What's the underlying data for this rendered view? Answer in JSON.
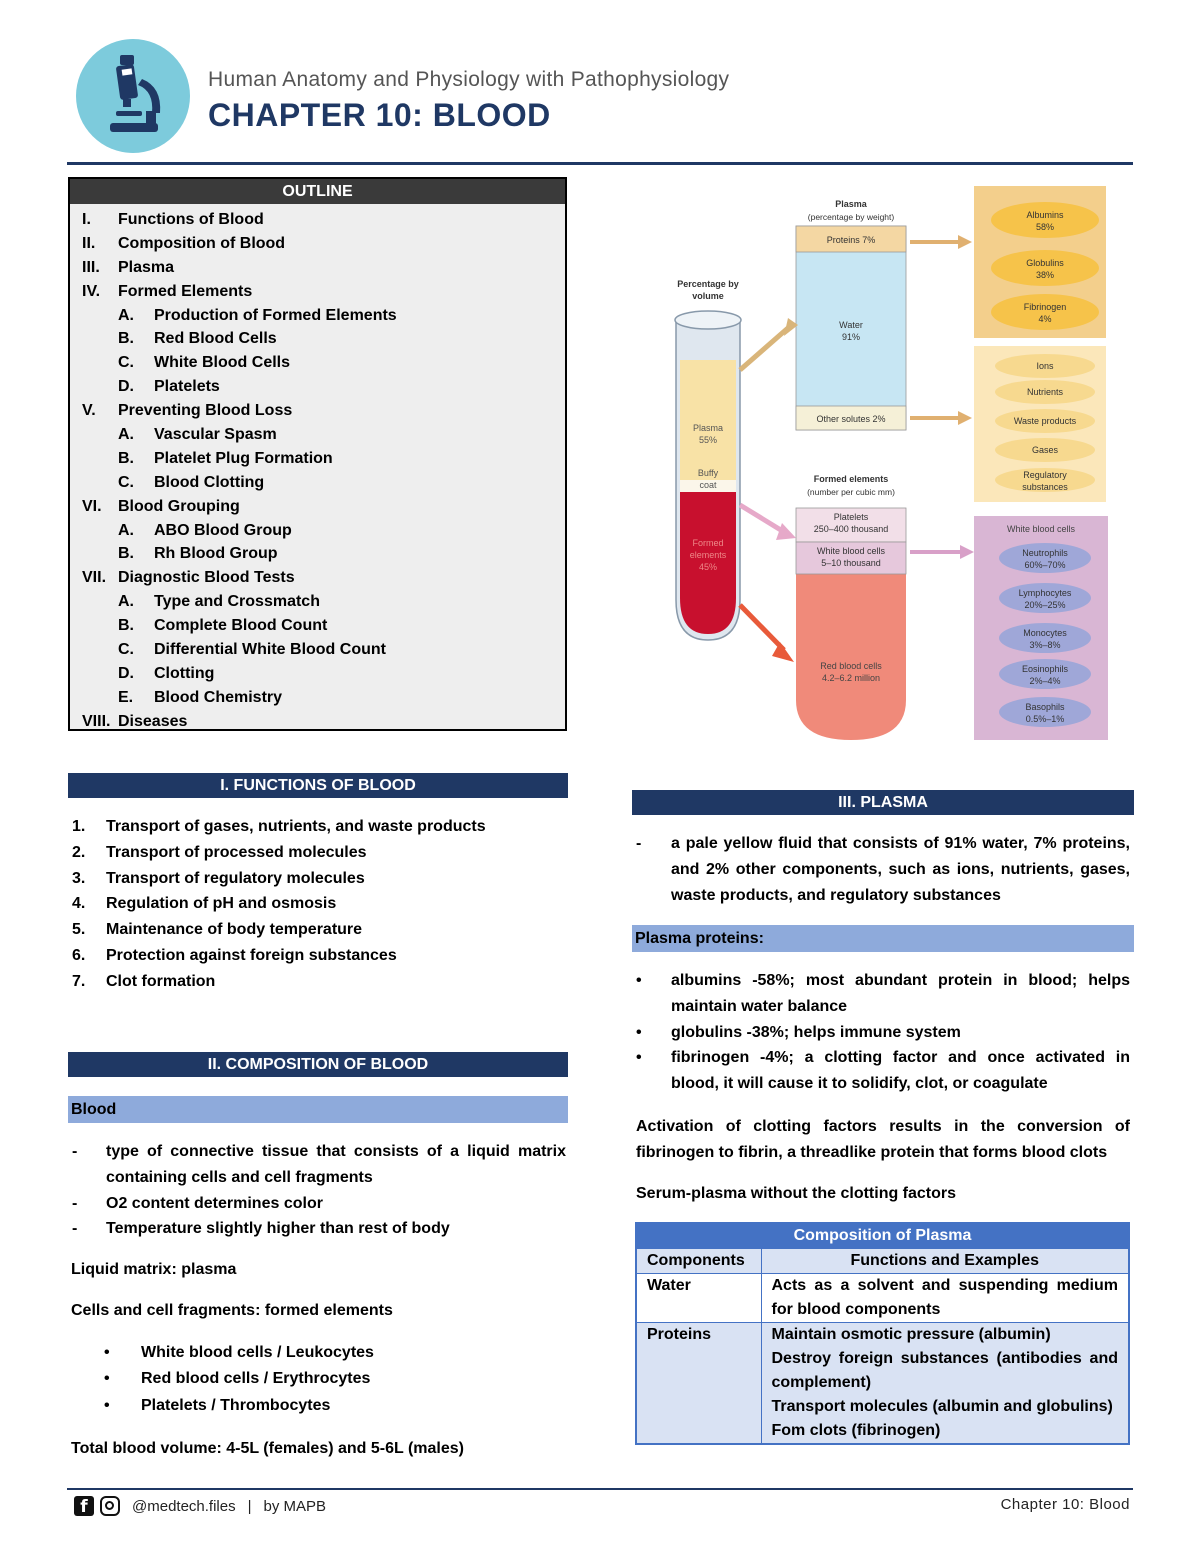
{
  "header": {
    "subtitle": "Human Anatomy and Physiology with Pathophysiology",
    "title": "CHAPTER 10: BLOOD"
  },
  "outline": {
    "heading": "OUTLINE",
    "items": [
      {
        "num": "I.",
        "text": "Functions of Blood",
        "level": 1
      },
      {
        "num": "II.",
        "text": "Composition of Blood",
        "level": 1
      },
      {
        "num": "III.",
        "text": "Plasma",
        "level": 1
      },
      {
        "num": "IV.",
        "text": "Formed Elements",
        "level": 1
      },
      {
        "num": "A.",
        "text": "Production of Formed Elements",
        "level": 2
      },
      {
        "num": "B.",
        "text": "Red Blood Cells",
        "level": 2
      },
      {
        "num": "C.",
        "text": "White Blood Cells",
        "level": 2
      },
      {
        "num": "D.",
        "text": "Platelets",
        "level": 2
      },
      {
        "num": "V.",
        "text": "Preventing Blood Loss",
        "level": 1
      },
      {
        "num": "A.",
        "text": "Vascular Spasm",
        "level": 2
      },
      {
        "num": "B.",
        "text": "Platelet Plug Formation",
        "level": 2
      },
      {
        "num": "C.",
        "text": "Blood Clotting",
        "level": 2
      },
      {
        "num": "VI.",
        "text": "Blood Grouping",
        "level": 1
      },
      {
        "num": "A.",
        "text": "ABO Blood Group",
        "level": 2
      },
      {
        "num": "B.",
        "text": "Rh Blood Group",
        "level": 2
      },
      {
        "num": "VII.",
        "text": "Diagnostic Blood Tests",
        "level": 1
      },
      {
        "num": "A.",
        "text": "Type and Crossmatch",
        "level": 2
      },
      {
        "num": "B.",
        "text": "Complete Blood Count",
        "level": 2
      },
      {
        "num": "C.",
        "text": "Differential White Blood Count",
        "level": 2
      },
      {
        "num": "D.",
        "text": "Clotting",
        "level": 2
      },
      {
        "num": "E.",
        "text": "Blood Chemistry",
        "level": 2
      },
      {
        "num": "VIII.",
        "text": "Diseases",
        "level": 1
      }
    ]
  },
  "diagram": {
    "pct_volume": [
      "Percentage by",
      "volume"
    ],
    "tube_plasma": [
      "Plasma",
      "55%"
    ],
    "tube_buffy": [
      "Buffy",
      "coat"
    ],
    "tube_formed": [
      "Formed",
      "elements",
      "45%"
    ],
    "plasma_title": "Plasma",
    "plasma_sub": "(percentage by weight)",
    "proteins": "Proteins 7%",
    "water": [
      "Water",
      "91%"
    ],
    "other_solutes": "Other solutes 2%",
    "formed_title": "Formed elements",
    "formed_sub": "(number per cubic mm)",
    "platelets": [
      "Platelets",
      "250–400 thousand"
    ],
    "wbc": [
      "White blood cells",
      "5–10 thousand"
    ],
    "rbc": [
      "Red blood cells",
      "4.2–6.2 million"
    ],
    "protein_types": [
      [
        "Albumins",
        "58%"
      ],
      [
        "Globulins",
        "38%"
      ],
      [
        "Fibrinogen",
        "4%"
      ]
    ],
    "solutes": [
      "Ions",
      "Nutrients",
      "Waste products",
      "Gases",
      [
        "Regulatory",
        "substances"
      ]
    ],
    "wbc_title": "White blood cells",
    "wbc_types": [
      [
        "Neutrophils",
        "60%–70%"
      ],
      [
        "Lymphocytes",
        "20%–25%"
      ],
      [
        "Monocytes",
        "3%–8%"
      ],
      [
        "Eosinophils",
        "2%–4%"
      ],
      [
        "Basophils",
        "0.5%–1%"
      ]
    ]
  },
  "functions": {
    "heading": "I. FUNCTIONS OF BLOOD",
    "items": [
      "Transport of gases, nutrients, and waste products",
      "Transport of processed molecules",
      "Transport of regulatory molecules",
      "Regulation of pH and osmosis",
      "Maintenance of body temperature",
      "Protection against foreign substances",
      "Clot formation"
    ]
  },
  "composition": {
    "heading": "II. COMPOSITION OF BLOOD",
    "subheading": "Blood",
    "dash_items": [
      "type of connective tissue that consists of a liquid matrix containing cells and cell fragments",
      "O2 content determines color",
      "Temperature slightly higher than rest of body"
    ],
    "liquid_matrix": "Liquid matrix: plasma",
    "cells": "Cells and cell fragments: formed elements",
    "bullets": [
      "White blood cells / Leukocytes",
      "Red blood cells / Erythrocytes",
      "Platelets / Thrombocytes"
    ],
    "total": "Total blood volume: 4-5L (females) and 5-6L (males)"
  },
  "plasma": {
    "heading": "III. PLASMA",
    "description": "a pale yellow fluid that consists of 91% water, 7% proteins, and 2% other components, such as ions, nutrients, gases, waste products, and regulatory substances",
    "proteins_heading": "Plasma proteins:",
    "proteins": [
      "albumins -58%; most abundant protein in blood; helps maintain water balance",
      "globulins -38%; helps immune system",
      "fibrinogen -4%; a clotting factor and once activated in blood, it will cause it to solidify, clot, or coagulate"
    ],
    "activation": "Activation of clotting factors results in the conversion of fibrinogen to fibrin, a threadlike protein that forms blood clots",
    "serum": "Serum-plasma without the clotting factors"
  },
  "table": {
    "caption": "Composition of Plasma",
    "col1": "Components",
    "col2": "Functions and Examples",
    "water": "Water",
    "water_fn": "Acts as a solvent and suspending medium for blood components",
    "proteins": "Proteins",
    "proteins_fn": [
      "Maintain osmotic pressure (albumin)",
      "Destroy foreign substances (antibodies and complement)",
      "Transport molecules (albumin and globulins)",
      "Fom clots (fibrinogen)"
    ]
  },
  "footer": {
    "handle": "@medtech.files",
    "sep": "|",
    "author": "by MAPB",
    "right": "Chapter 10: Blood"
  },
  "colors": {
    "navy": "#1f3864",
    "light_blue": "#8eaadb",
    "table_blue": "#4472c4",
    "logo": "#7dcbdc"
  }
}
